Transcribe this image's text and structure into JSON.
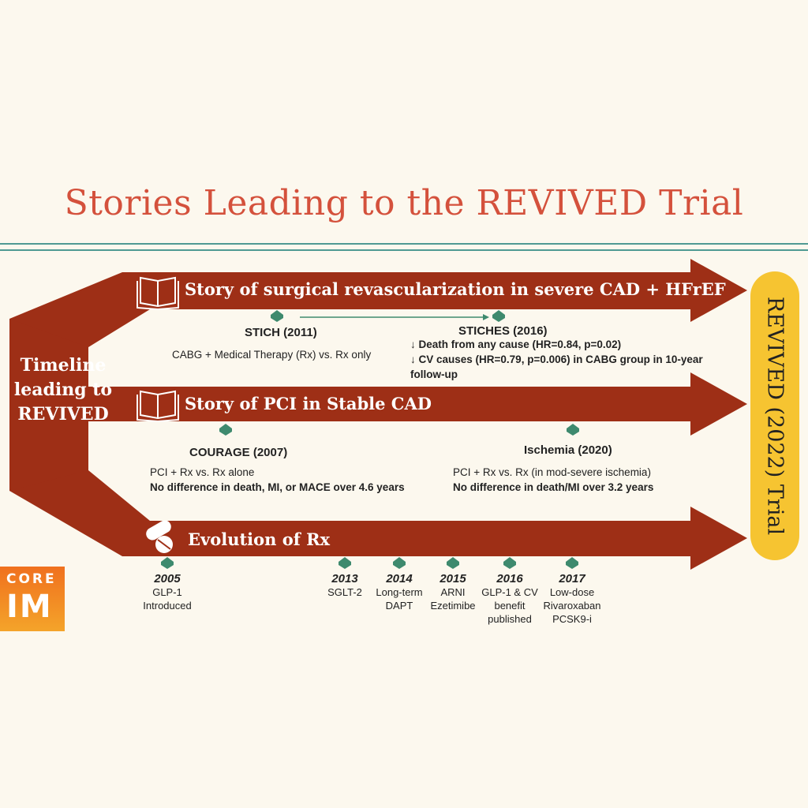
{
  "title": "Stories Leading to the REVIVED Trial",
  "timeline_label": "Timeline leading to REVIVED",
  "revived_label": "REVIVED (2022) Trial",
  "colors": {
    "band": "#9e2f16",
    "title": "#d4513c",
    "teal": "#3e8a6e",
    "revived": "#f6c431",
    "background": "#fcf8ee"
  },
  "bands": [
    {
      "title": "Story of surgical revascularization in severe CAD + HFrEF",
      "icon": "book-icon"
    },
    {
      "title": "Story of PCI in Stable CAD",
      "icon": "book-icon"
    },
    {
      "title": "Evolution of Rx",
      "icon": "pills-icon"
    }
  ],
  "surgical": {
    "stich": {
      "name": "STICH (2011)",
      "desc": "CABG + Medical Therapy (Rx) vs. Rx only"
    },
    "stiches": {
      "name": "STICHES (2016)",
      "line1": "↓ Death from any cause (HR=0.84, p=0.02)",
      "line2": "↓ CV causes (HR=0.79, p=0.006) in CABG group in 10-year",
      "line3": "follow-up"
    }
  },
  "pci": {
    "courage": {
      "name": "COURAGE (2007)",
      "line1": "PCI + Rx vs. Rx alone",
      "line2": "No difference in death, MI, or MACE over 4.6 years"
    },
    "ischemia": {
      "name": "Ischemia (2020)",
      "line1": "PCI + Rx vs. Rx (in mod-severe ischemia)",
      "line2": "No difference in death/MI over 3.2 years"
    }
  },
  "rx_events": [
    {
      "year": "2005",
      "lines": [
        "GLP-1",
        "Introduced"
      ]
    },
    {
      "year": "2013",
      "lines": [
        "SGLT-2"
      ]
    },
    {
      "year": "2014",
      "lines": [
        "Long-term",
        "DAPT"
      ]
    },
    {
      "year": "2015",
      "lines": [
        "ARNI",
        "Ezetimibe"
      ]
    },
    {
      "year": "2016",
      "lines": [
        "GLP-1 & CV",
        "benefit",
        "published"
      ]
    },
    {
      "year": "2017",
      "lines": [
        "Low-dose",
        "Rivaroxaban",
        "PCSK9-i"
      ]
    }
  ],
  "logo": {
    "top": "CORE",
    "bottom": "IM"
  }
}
